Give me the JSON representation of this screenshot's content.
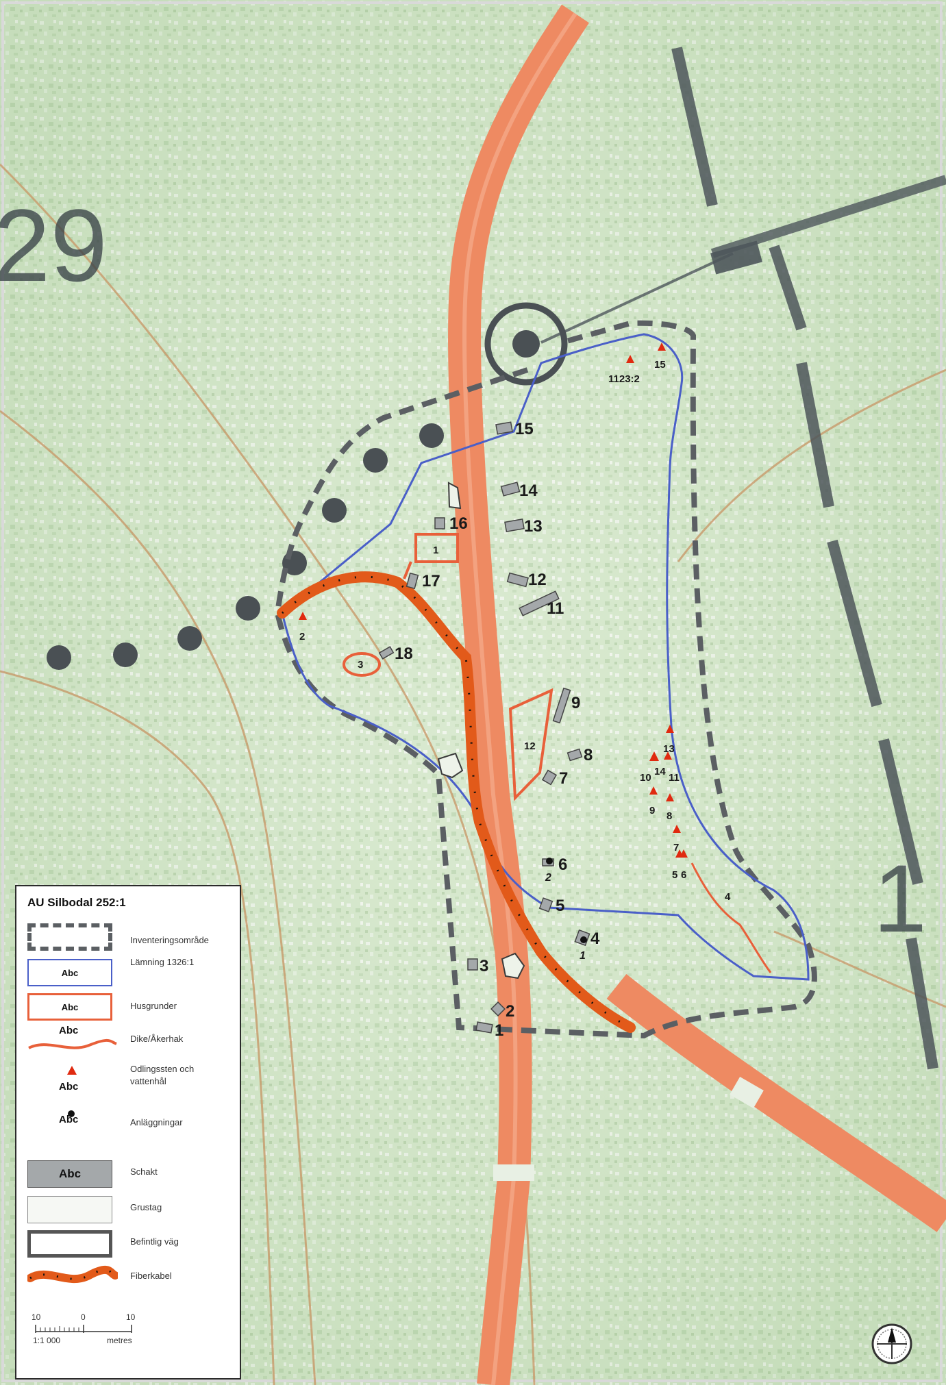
{
  "background_labels": {
    "big_number_left": "29",
    "big_number_right": "1"
  },
  "features": {
    "schakt": [
      {
        "n": "15"
      },
      {
        "n": "14"
      },
      {
        "n": "13"
      },
      {
        "n": "16"
      },
      {
        "n": "17"
      },
      {
        "n": "12"
      },
      {
        "n": "11"
      },
      {
        "n": "18"
      },
      {
        "n": "9"
      },
      {
        "n": "8"
      },
      {
        "n": "7"
      },
      {
        "n": "6"
      },
      {
        "n": "5"
      },
      {
        "n": "4"
      },
      {
        "n": "3"
      },
      {
        "n": "2"
      },
      {
        "n": "1"
      }
    ],
    "husgrunder": [
      {
        "n": "1"
      },
      {
        "n": "3"
      },
      {
        "n": "12"
      }
    ],
    "dike": [
      {
        "n": "4"
      }
    ],
    "odlingssten": [
      {
        "n": "1123:2"
      },
      {
        "n": "15"
      },
      {
        "n": "2"
      },
      {
        "n": "13"
      },
      {
        "n": "10"
      },
      {
        "n": "14"
      },
      {
        "n": "11"
      },
      {
        "n": "9"
      },
      {
        "n": "8"
      },
      {
        "n": "7"
      },
      {
        "n": "5"
      },
      {
        "n": "6"
      }
    ],
    "anlaggningar": [
      {
        "n": "2"
      },
      {
        "n": "1"
      }
    ]
  },
  "legend": {
    "title": "AU Silbodal 252:1",
    "sample_text": "Abc",
    "items": [
      {
        "symbol": "dashed-outline",
        "label": "Inventeringsområde"
      },
      {
        "symbol": "blue-outline",
        "label": "Lämning 1326:1"
      },
      {
        "symbol": "orange-outline",
        "label": "Husgrunder"
      },
      {
        "symbol": "orange-line",
        "label": "Dike/Åkerhak"
      },
      {
        "symbol": "red-triangle",
        "label": "Odlingssten och vattenhål"
      },
      {
        "symbol": "black-dot",
        "label": "Anläggningar"
      },
      {
        "symbol": "grey-fill",
        "label": "Schakt"
      },
      {
        "symbol": "light-fill",
        "label": "Grustag"
      },
      {
        "symbol": "thick-outline",
        "label": "Befintlig väg"
      },
      {
        "symbol": "fiber-line",
        "label": "Fiberkabel"
      }
    ],
    "scale": {
      "left": "10",
      "mid": "0",
      "right": "10",
      "ratio": "1:1 000",
      "unit": "metres"
    }
  },
  "colors": {
    "map_green": "#cfe3c4",
    "road_orange": "#ee8a62",
    "boundary_blue": "#4a5fc8",
    "husgrund_orange": "#e8603a",
    "fiber_orange": "#e25a1a",
    "dash_grey": "#5b5f63",
    "schakt_grey": "#a4a8aa"
  }
}
